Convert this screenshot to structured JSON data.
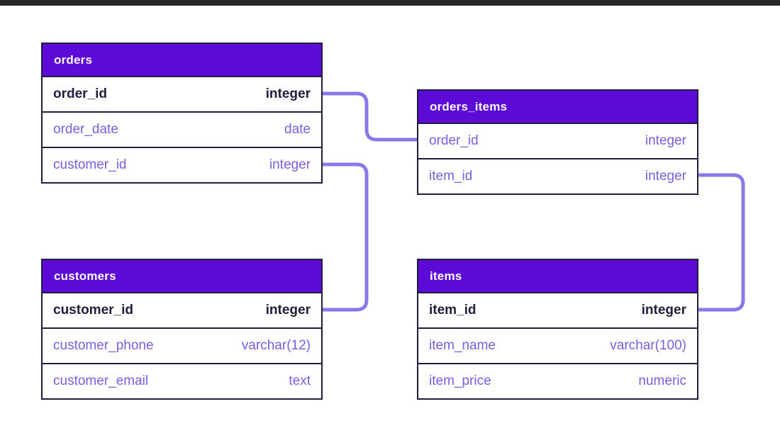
{
  "diagram": {
    "type": "entity-relationship",
    "background_color": "#ffffff",
    "top_bar_color": "#262626",
    "header_color": "#5c0ad6",
    "header_text_color": "#ffffff",
    "field_text_color": "#7a5de2",
    "primary_key_text_color": "#20203e",
    "border_color": "#20203e",
    "connector_color": "#8878e8",
    "tables": [
      {
        "id": "orders",
        "title": "orders",
        "fields": [
          {
            "name": "order_id",
            "type": "integer",
            "primary_key": true
          },
          {
            "name": "order_date",
            "type": "date",
            "primary_key": false
          },
          {
            "name": "customer_id",
            "type": "integer",
            "primary_key": false
          }
        ]
      },
      {
        "id": "orders_items",
        "title": "orders_items",
        "fields": [
          {
            "name": "order_id",
            "type": "integer",
            "primary_key": false
          },
          {
            "name": "item_id",
            "type": "integer",
            "primary_key": false
          }
        ]
      },
      {
        "id": "customers",
        "title": "customers",
        "fields": [
          {
            "name": "customer_id",
            "type": "integer",
            "primary_key": true
          },
          {
            "name": "customer_phone",
            "type": "varchar(12)",
            "primary_key": false
          },
          {
            "name": "customer_email",
            "type": "text",
            "primary_key": false
          }
        ]
      },
      {
        "id": "items",
        "title": "items",
        "fields": [
          {
            "name": "item_id",
            "type": "integer",
            "primary_key": true
          },
          {
            "name": "item_name",
            "type": "varchar(100)",
            "primary_key": false
          },
          {
            "name": "item_price",
            "type": "numeric",
            "primary_key": false
          }
        ]
      }
    ],
    "relations": [
      {
        "from_table": "orders",
        "from_field": "order_id",
        "to_table": "orders_items",
        "to_field": "order_id"
      },
      {
        "from_table": "orders",
        "from_field": "customer_id",
        "to_table": "customers",
        "to_field": "customer_id"
      },
      {
        "from_table": "orders_items",
        "from_field": "item_id",
        "to_table": "items",
        "to_field": "item_id"
      }
    ]
  }
}
